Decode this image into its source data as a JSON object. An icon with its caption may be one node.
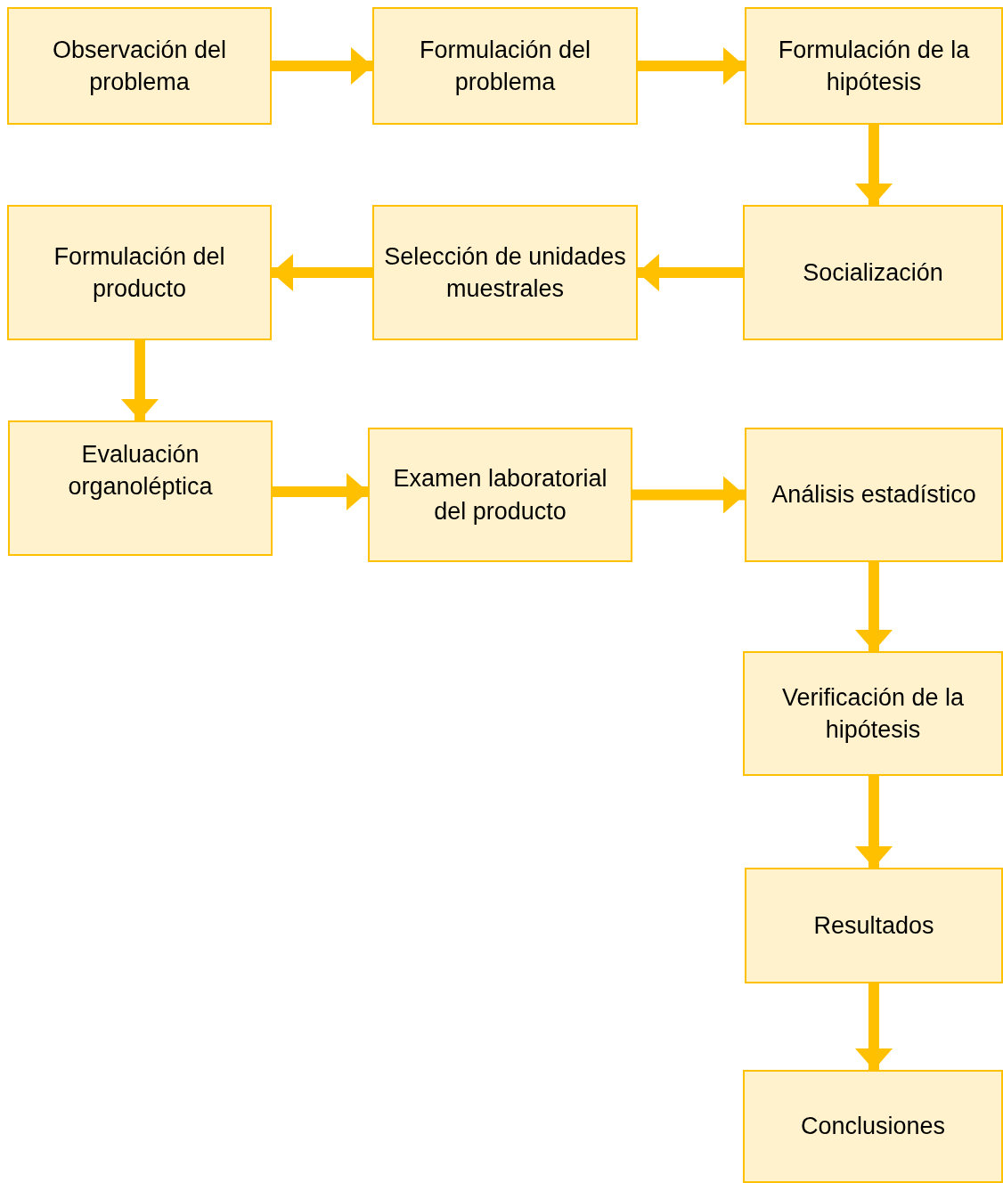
{
  "diagram": {
    "nodes": [
      {
        "text": [
          "Observación del problema"
        ]
      },
      {
        "text": [
          "Formulación del problema"
        ]
      },
      {
        "text": [
          "Formulación de la hipótesis"
        ]
      },
      {
        "text": [
          "Socialización"
        ]
      },
      {
        "text": [
          "Selección de unidades muestrales"
        ]
      },
      {
        "text": [
          "Formulación del producto"
        ]
      },
      {
        "text": [
          "Evaluación organoléptica"
        ]
      },
      {
        "text": [
          "Examen laboratorial del producto"
        ]
      },
      {
        "text": [
          "Análisis estadístico"
        ]
      },
      {
        "text": [
          "Verificación de la hipótesis"
        ]
      },
      {
        "text": [
          "Resultados"
        ]
      },
      {
        "text": [
          "Conclusiones"
        ]
      }
    ],
    "edges": [
      {
        "from": 0,
        "to": 1,
        "arrow": "to"
      },
      {
        "from": 1,
        "to": 2,
        "arrow": "to"
      },
      {
        "from": 2,
        "to": 3,
        "arrow": "to"
      },
      {
        "from": 3,
        "to": 4,
        "arrow": "to"
      },
      {
        "from": 4,
        "to": 5,
        "arrow": "to"
      },
      {
        "from": 5,
        "to": 6,
        "arrow": "to"
      },
      {
        "from": 6,
        "to": 7,
        "arrow": "to"
      },
      {
        "from": 7,
        "to": 8,
        "arrow": "to"
      },
      {
        "from": 8,
        "to": 9,
        "arrow": "to"
      },
      {
        "from": 9,
        "to": 10,
        "arrow": "to"
      },
      {
        "from": 10,
        "to": 11,
        "arrow": "to"
      }
    ]
  }
}
